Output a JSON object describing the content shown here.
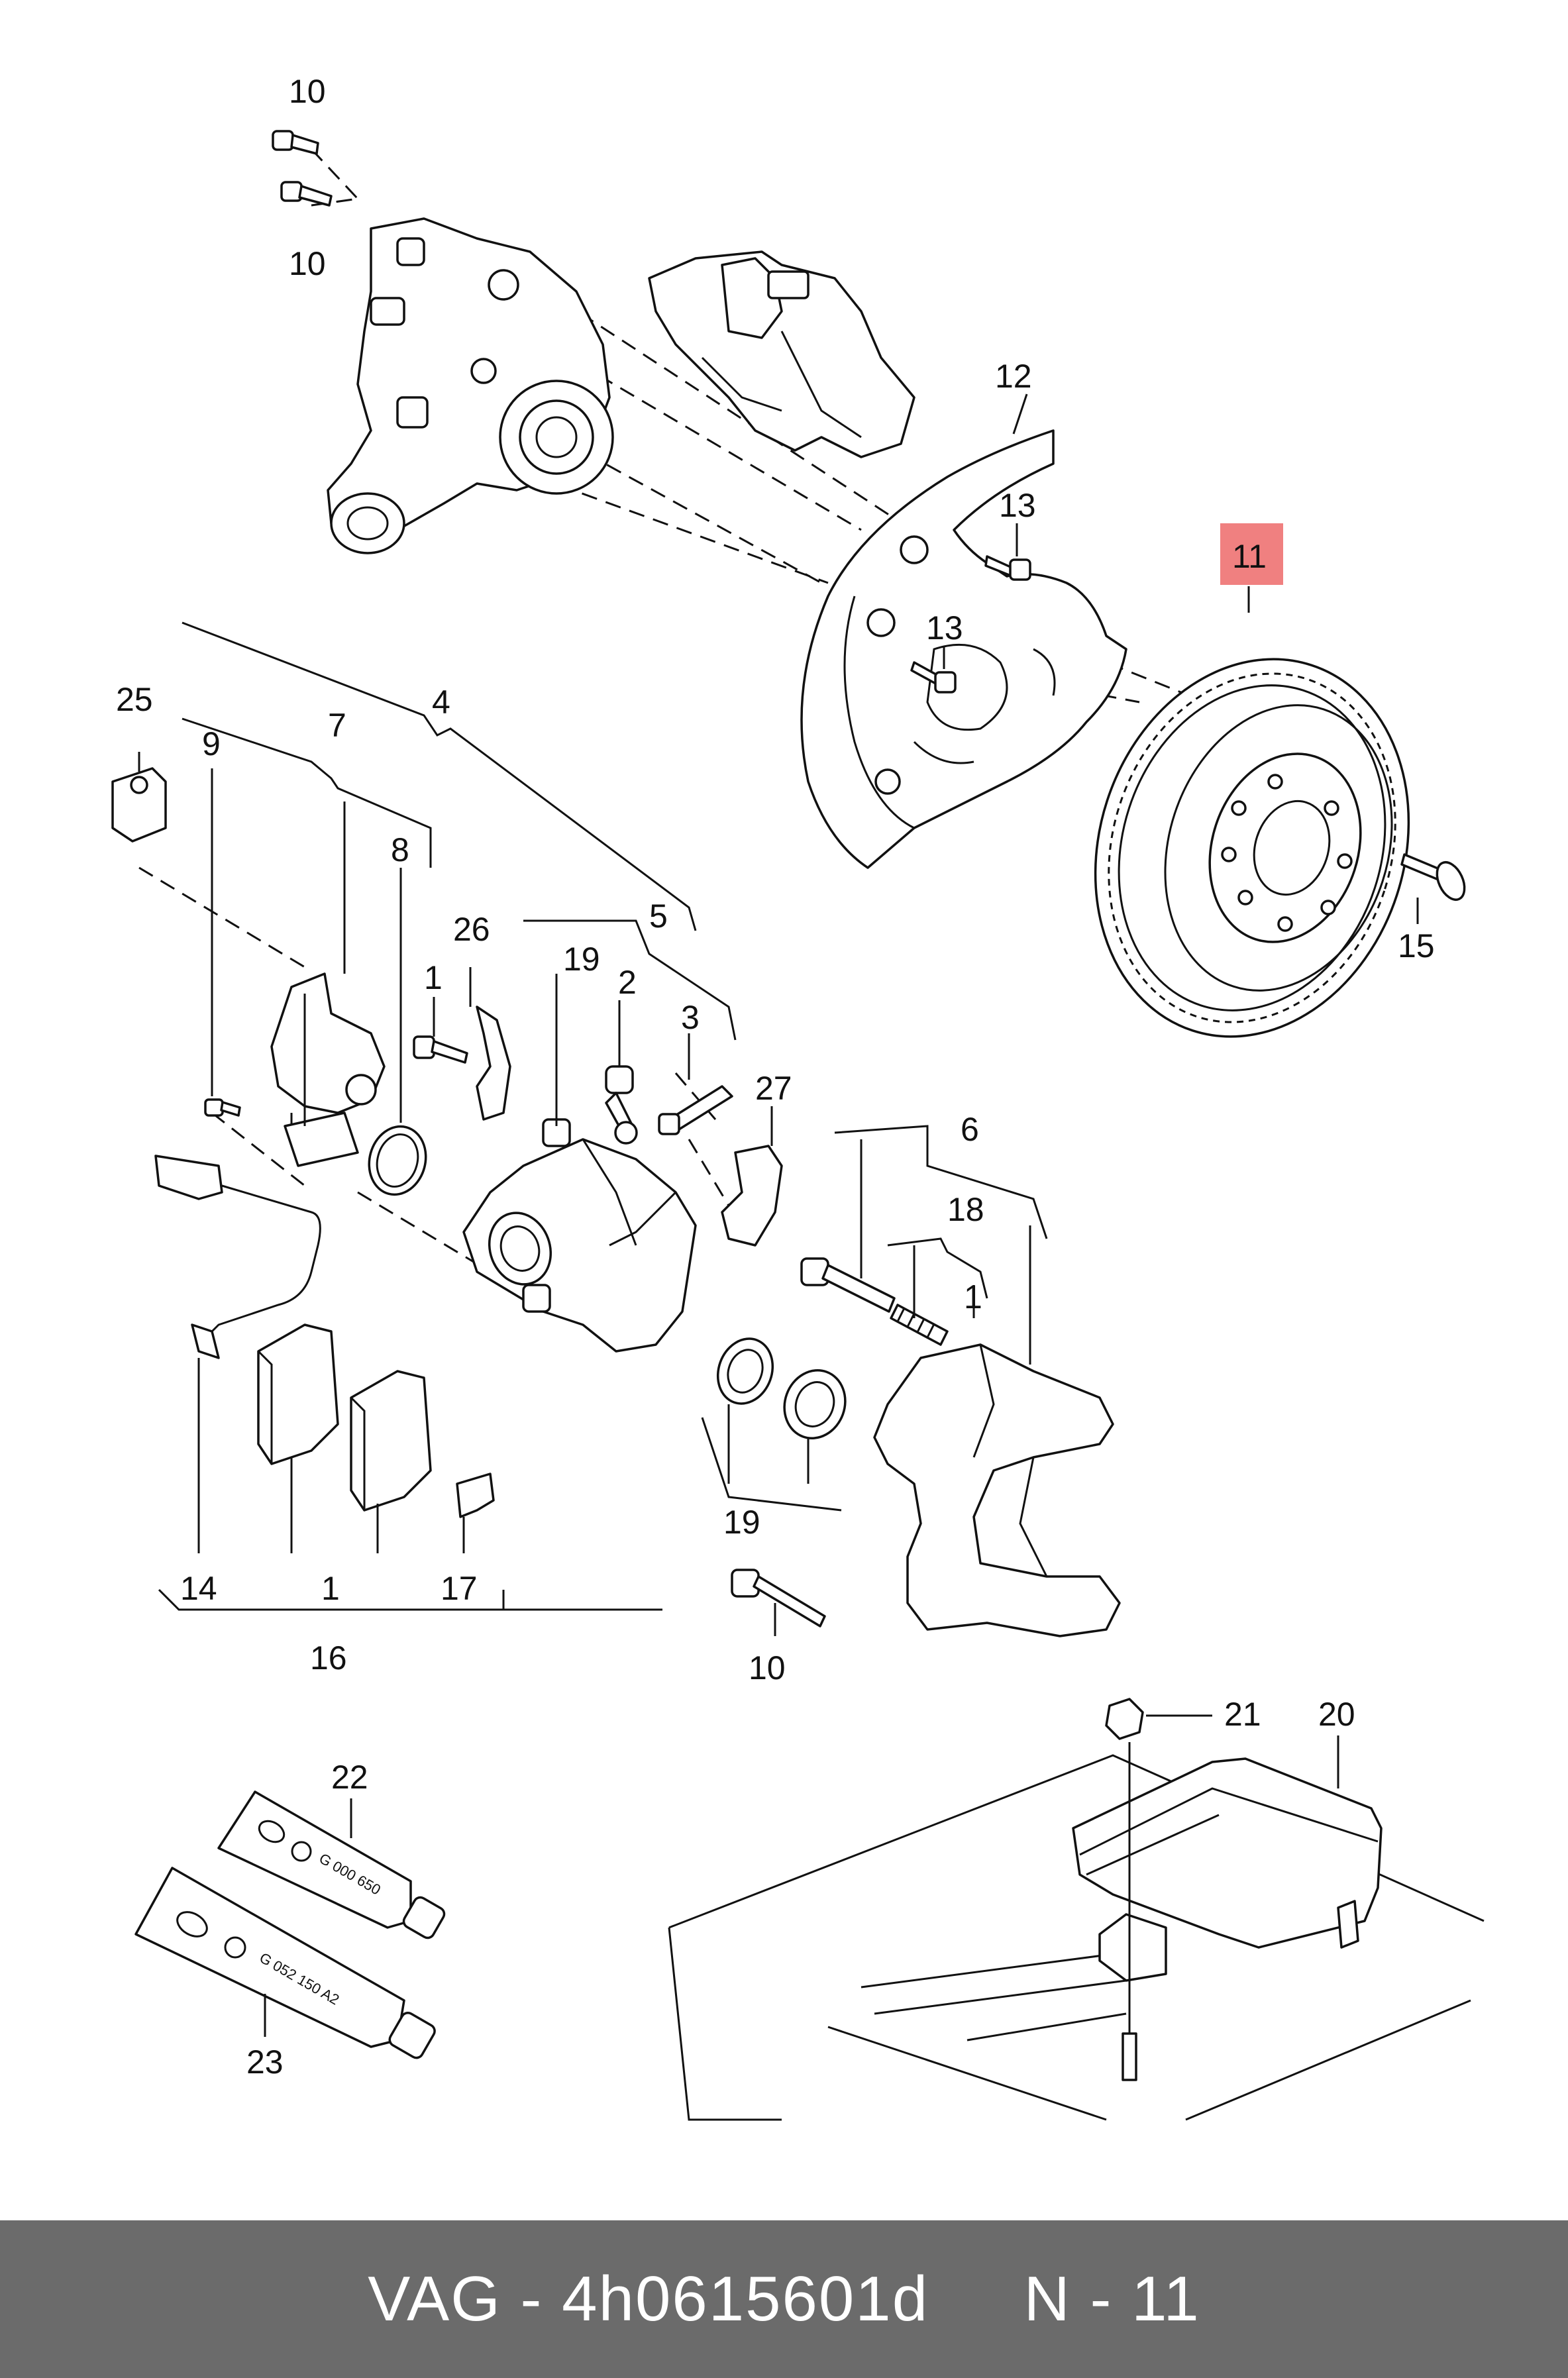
{
  "footer": {
    "brand": "VAG",
    "sep": "-",
    "part_number": "4h0615601d",
    "ref": "N - 11"
  },
  "highlight_color": "#f08080",
  "footer_color": "#6b6b6b",
  "callouts": [
    {
      "id": "c10a",
      "text": "10"
    },
    {
      "id": "c10b",
      "text": "10"
    },
    {
      "id": "c12",
      "text": "12"
    },
    {
      "id": "c13a",
      "text": "13"
    },
    {
      "id": "c11",
      "text": "11",
      "highlighted": true
    },
    {
      "id": "c13b",
      "text": "13"
    },
    {
      "id": "c25",
      "text": "25"
    },
    {
      "id": "c4",
      "text": "4"
    },
    {
      "id": "c9",
      "text": "9"
    },
    {
      "id": "c7",
      "text": "7"
    },
    {
      "id": "c8",
      "text": "8"
    },
    {
      "id": "c15",
      "text": "15"
    },
    {
      "id": "c26",
      "text": "26"
    },
    {
      "id": "c5",
      "text": "5"
    },
    {
      "id": "c1a",
      "text": "1"
    },
    {
      "id": "c19a",
      "text": "19"
    },
    {
      "id": "c2",
      "text": "2"
    },
    {
      "id": "c3",
      "text": "3"
    },
    {
      "id": "c27",
      "text": "27"
    },
    {
      "id": "c6",
      "text": "6"
    },
    {
      "id": "c18",
      "text": "18"
    },
    {
      "id": "c1b",
      "text": "1"
    },
    {
      "id": "c19b",
      "text": "19"
    },
    {
      "id": "c14",
      "text": "14"
    },
    {
      "id": "c1c",
      "text": "1"
    },
    {
      "id": "c17",
      "text": "17"
    },
    {
      "id": "c16",
      "text": "16"
    },
    {
      "id": "c10c",
      "text": "10"
    },
    {
      "id": "c21",
      "text": "21"
    },
    {
      "id": "c20",
      "text": "20"
    },
    {
      "id": "c22",
      "text": "22"
    },
    {
      "id": "c23",
      "text": "23"
    }
  ],
  "tube_labels": {
    "tube22": "G 000 650",
    "tube23": "G 052 150 A2"
  }
}
